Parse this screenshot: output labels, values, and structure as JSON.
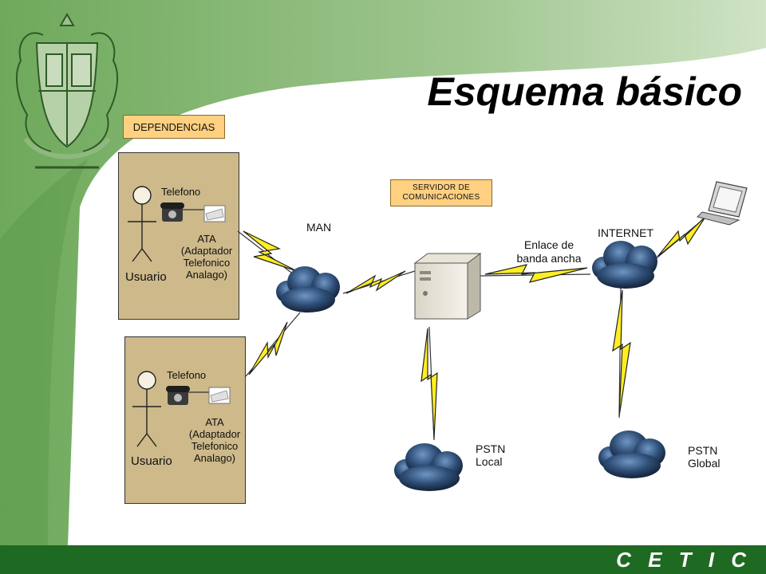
{
  "title": "Esquema básico",
  "footer": {
    "brand": "C E T I C"
  },
  "tags": {
    "dependencias": "DEPENDENCIAS",
    "servidor_line1": "SERVIDOR DE",
    "servidor_line2": "COMUNICACIONES"
  },
  "dependencia_1": {
    "phone_label": "Telefono",
    "ata_lines": [
      "ATA",
      "(Adaptador",
      "Telefonico",
      "Analago)"
    ],
    "user_label": "Usuario"
  },
  "dependencia_2": {
    "phone_label": "Telefono",
    "ata_lines": [
      "ATA",
      "(Adaptador",
      "Telefonico",
      "Analago)"
    ],
    "user_label": "Usuario"
  },
  "network": {
    "man": "MAN",
    "internet": "INTERNET",
    "enlace_line1": "Enlace de",
    "enlace_line2": "banda ancha",
    "pstn_local_line1": "PSTN",
    "pstn_local_line2": "Local",
    "pstn_global_line1": "PSTN",
    "pstn_global_line2": "Global"
  },
  "colors": {
    "header_green": "#7fb06c",
    "footer_green": "#1f6a22",
    "panel_tan": "#cdb98a",
    "tag_orange": "#ffd080",
    "bolt_yellow": "#ffee22",
    "cloud_blue": "#2c4a6c"
  }
}
